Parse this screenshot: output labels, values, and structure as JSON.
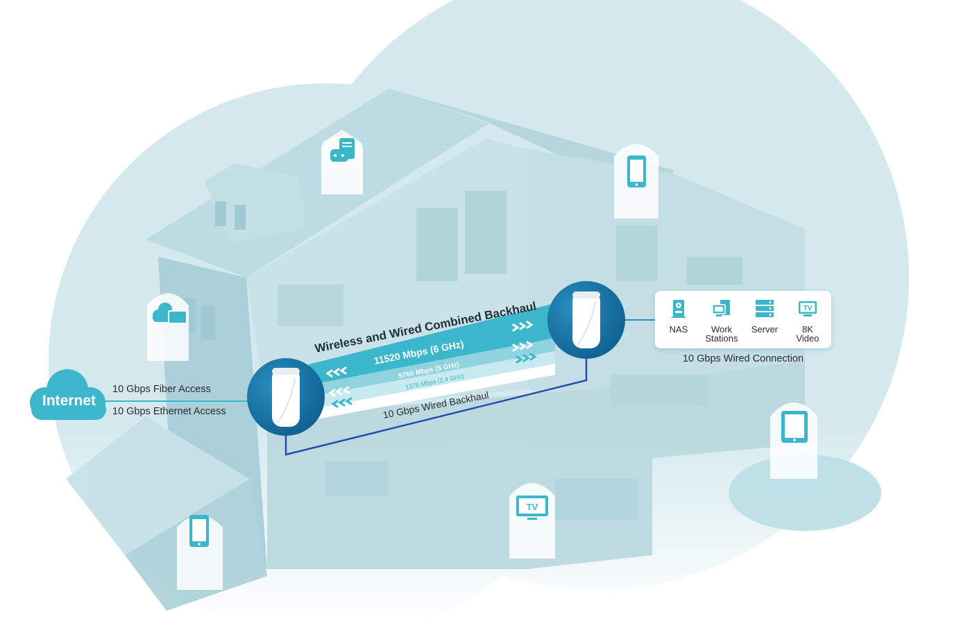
{
  "colors": {
    "accent": "#3bb6cb",
    "accent_dark": "#1a8ea5",
    "band_light": "#8fd3df",
    "band_lighter": "#bde6ee",
    "wire": "#1f4fa8",
    "blob": "#cfe7ec",
    "house": "#a9d0d9"
  },
  "internet": {
    "label": "Internet",
    "fiber": "10 Gbps Fiber Access",
    "ethernet": "10 Gbps Ethernet Access"
  },
  "backhaul": {
    "title": "Wireless and Wired Combined Backhaul",
    "band_6ghz": "11520 Mbps (6 GHz)",
    "band_5ghz": "5760 Mbps (5 GHz)",
    "band_24ghz": "1376 Mbps (2.4 GHz)",
    "wired": "10 Gbps Wired Backhaul"
  },
  "wired_devices": {
    "caption": "10 Gbps Wired Connection",
    "items": [
      {
        "label": "NAS",
        "icon": "nas-icon"
      },
      {
        "label": "Work Stations",
        "icon": "workstation-icon"
      },
      {
        "label": "Server",
        "icon": "server-icon"
      },
      {
        "label": "8K Video",
        "icon": "tv-icon"
      }
    ]
  },
  "badge_icons": {
    "game": "gamepad-icon",
    "cloud": "cloud-folder-icon",
    "phone_top": "phone-icon",
    "tablet": "tablet-icon",
    "tv_tag": "TV",
    "phone_garage": "phone-icon"
  }
}
